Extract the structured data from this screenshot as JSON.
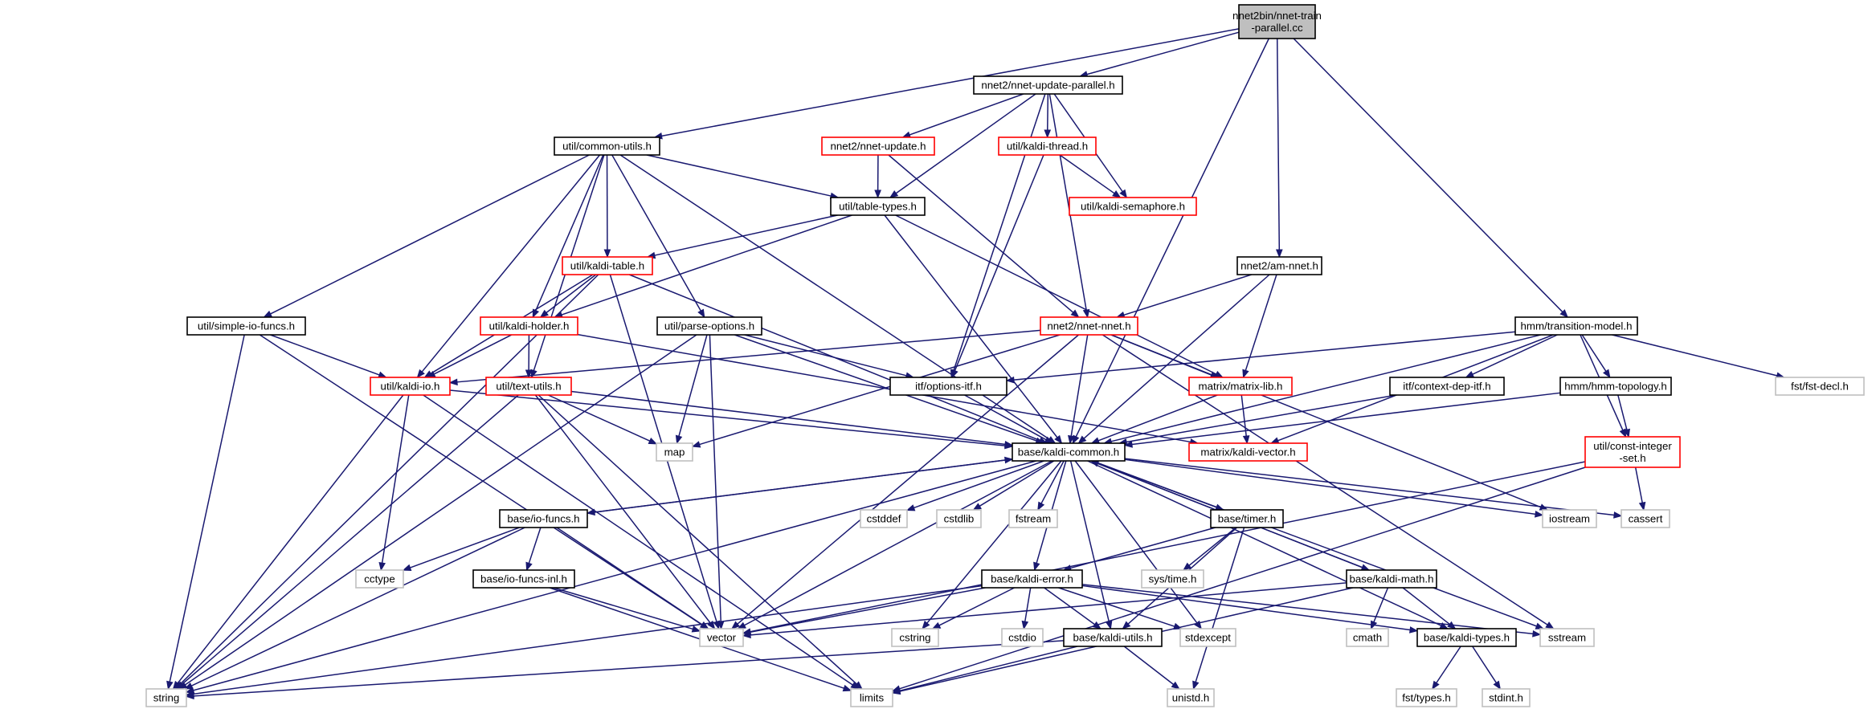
{
  "nodes": [
    {
      "id": "root",
      "lines": [
        "nnet2bin/nnet-train",
        "-parallel.cc"
      ],
      "kind": "root"
    },
    {
      "id": "nnet_update_parallel",
      "lines": [
        "nnet2/nnet-update-parallel.h"
      ],
      "kind": "normal"
    },
    {
      "id": "common_utils",
      "lines": [
        "util/common-utils.h"
      ],
      "kind": "normal"
    },
    {
      "id": "nnet_update",
      "lines": [
        "nnet2/nnet-update.h"
      ],
      "kind": "red"
    },
    {
      "id": "kaldi_thread",
      "lines": [
        "util/kaldi-thread.h"
      ],
      "kind": "red"
    },
    {
      "id": "table_types",
      "lines": [
        "util/table-types.h"
      ],
      "kind": "normal"
    },
    {
      "id": "kaldi_semaphore",
      "lines": [
        "util/kaldi-semaphore.h"
      ],
      "kind": "red"
    },
    {
      "id": "am_nnet",
      "lines": [
        "nnet2/am-nnet.h"
      ],
      "kind": "normal"
    },
    {
      "id": "kaldi_table",
      "lines": [
        "util/kaldi-table.h"
      ],
      "kind": "red"
    },
    {
      "id": "simple_io_funcs",
      "lines": [
        "util/simple-io-funcs.h"
      ],
      "kind": "normal"
    },
    {
      "id": "kaldi_holder",
      "lines": [
        "util/kaldi-holder.h"
      ],
      "kind": "red"
    },
    {
      "id": "parse_options",
      "lines": [
        "util/parse-options.h"
      ],
      "kind": "normal"
    },
    {
      "id": "nnet_nnet",
      "lines": [
        "nnet2/nnet-nnet.h"
      ],
      "kind": "red"
    },
    {
      "id": "transition_model",
      "lines": [
        "hmm/transition-model.h"
      ],
      "kind": "normal"
    },
    {
      "id": "kaldi_io",
      "lines": [
        "util/kaldi-io.h"
      ],
      "kind": "red"
    },
    {
      "id": "text_utils",
      "lines": [
        "util/text-utils.h"
      ],
      "kind": "red"
    },
    {
      "id": "options_itf",
      "lines": [
        "itf/options-itf.h"
      ],
      "kind": "normal"
    },
    {
      "id": "matrix_lib",
      "lines": [
        "matrix/matrix-lib.h"
      ],
      "kind": "red"
    },
    {
      "id": "context_dep_itf",
      "lines": [
        "itf/context-dep-itf.h"
      ],
      "kind": "normal"
    },
    {
      "id": "hmm_topology",
      "lines": [
        "hmm/hmm-topology.h"
      ],
      "kind": "normal"
    },
    {
      "id": "fst_decl",
      "lines": [
        "fst/fst-decl.h"
      ],
      "kind": "gray"
    },
    {
      "id": "map",
      "lines": [
        "map"
      ],
      "kind": "gray"
    },
    {
      "id": "kaldi_common",
      "lines": [
        "base/kaldi-common.h"
      ],
      "kind": "normal"
    },
    {
      "id": "kaldi_vector",
      "lines": [
        "matrix/kaldi-vector.h"
      ],
      "kind": "red"
    },
    {
      "id": "const_integer_set",
      "lines": [
        "util/const-integer",
        "-set.h"
      ],
      "kind": "red"
    },
    {
      "id": "io_funcs",
      "lines": [
        "base/io-funcs.h"
      ],
      "kind": "normal"
    },
    {
      "id": "cstddef",
      "lines": [
        "cstddef"
      ],
      "kind": "gray"
    },
    {
      "id": "cstdlib",
      "lines": [
        "cstdlib"
      ],
      "kind": "gray"
    },
    {
      "id": "fstream",
      "lines": [
        "fstream"
      ],
      "kind": "gray"
    },
    {
      "id": "timer",
      "lines": [
        "base/timer.h"
      ],
      "kind": "normal"
    },
    {
      "id": "iostream",
      "lines": [
        "iostream"
      ],
      "kind": "gray"
    },
    {
      "id": "cassert",
      "lines": [
        "cassert"
      ],
      "kind": "gray"
    },
    {
      "id": "cctype",
      "lines": [
        "cctype"
      ],
      "kind": "gray"
    },
    {
      "id": "io_funcs_inl",
      "lines": [
        "base/io-funcs-inl.h"
      ],
      "kind": "normal"
    },
    {
      "id": "sys_time",
      "lines": [
        "sys/time.h"
      ],
      "kind": "gray"
    },
    {
      "id": "kaldi_error",
      "lines": [
        "base/kaldi-error.h"
      ],
      "kind": "normal"
    },
    {
      "id": "kaldi_math",
      "lines": [
        "base/kaldi-math.h"
      ],
      "kind": "normal"
    },
    {
      "id": "vector",
      "lines": [
        "vector"
      ],
      "kind": "gray"
    },
    {
      "id": "cstring",
      "lines": [
        "cstring"
      ],
      "kind": "gray"
    },
    {
      "id": "cstdio",
      "lines": [
        "cstdio"
      ],
      "kind": "gray"
    },
    {
      "id": "kaldi_utils",
      "lines": [
        "base/kaldi-utils.h"
      ],
      "kind": "normal"
    },
    {
      "id": "stdexcept",
      "lines": [
        "stdexcept"
      ],
      "kind": "gray"
    },
    {
      "id": "cmath",
      "lines": [
        "cmath"
      ],
      "kind": "gray"
    },
    {
      "id": "kaldi_types",
      "lines": [
        "base/kaldi-types.h"
      ],
      "kind": "normal"
    },
    {
      "id": "sstream",
      "lines": [
        "sstream"
      ],
      "kind": "gray"
    },
    {
      "id": "string",
      "lines": [
        "string"
      ],
      "kind": "gray"
    },
    {
      "id": "limits",
      "lines": [
        "limits"
      ],
      "kind": "gray"
    },
    {
      "id": "unistd",
      "lines": [
        "unistd.h"
      ],
      "kind": "gray"
    },
    {
      "id": "fst_types",
      "lines": [
        "fst/types.h"
      ],
      "kind": "gray"
    },
    {
      "id": "stdint",
      "lines": [
        "stdint.h"
      ],
      "kind": "gray"
    }
  ],
  "edges": [
    [
      "root",
      "nnet_update_parallel"
    ],
    [
      "root",
      "common_utils"
    ],
    [
      "root",
      "am_nnet"
    ],
    [
      "root",
      "kaldi_common"
    ],
    [
      "root",
      "transition_model"
    ],
    [
      "nnet_update_parallel",
      "table_types"
    ],
    [
      "nnet_update_parallel",
      "nnet_update"
    ],
    [
      "nnet_update_parallel",
      "kaldi_thread"
    ],
    [
      "nnet_update_parallel",
      "kaldi_semaphore"
    ],
    [
      "nnet_update_parallel",
      "nnet_nnet"
    ],
    [
      "nnet_update_parallel",
      "options_itf"
    ],
    [
      "nnet_update",
      "table_types"
    ],
    [
      "nnet_update",
      "nnet_nnet"
    ],
    [
      "kaldi_thread",
      "kaldi_semaphore"
    ],
    [
      "kaldi_thread",
      "options_itf"
    ],
    [
      "common_utils",
      "table_types"
    ],
    [
      "common_utils",
      "simple_io_funcs"
    ],
    [
      "common_utils",
      "kaldi_io"
    ],
    [
      "common_utils",
      "kaldi_table"
    ],
    [
      "common_utils",
      "kaldi_holder"
    ],
    [
      "common_utils",
      "text_utils"
    ],
    [
      "common_utils",
      "parse_options"
    ],
    [
      "common_utils",
      "kaldi_common"
    ],
    [
      "table_types",
      "kaldi_table"
    ],
    [
      "table_types",
      "kaldi_holder"
    ],
    [
      "table_types",
      "kaldi_common"
    ],
    [
      "table_types",
      "matrix_lib"
    ],
    [
      "kaldi_table",
      "kaldi_holder"
    ],
    [
      "kaldi_table",
      "kaldi_io"
    ],
    [
      "kaldi_table",
      "kaldi_common"
    ],
    [
      "kaldi_table",
      "string"
    ],
    [
      "kaldi_table",
      "vector"
    ],
    [
      "kaldi_holder",
      "kaldi_io"
    ],
    [
      "kaldi_holder",
      "text_utils"
    ],
    [
      "kaldi_holder",
      "kaldi_vector"
    ],
    [
      "simple_io_funcs",
      "kaldi_io"
    ],
    [
      "simple_io_funcs",
      "string"
    ],
    [
      "simple_io_funcs",
      "vector"
    ],
    [
      "parse_options",
      "options_itf"
    ],
    [
      "parse_options",
      "map"
    ],
    [
      "parse_options",
      "kaldi_common"
    ],
    [
      "parse_options",
      "vector"
    ],
    [
      "parse_options",
      "string"
    ],
    [
      "am_nnet",
      "nnet_nnet"
    ],
    [
      "am_nnet",
      "matrix_lib"
    ],
    [
      "am_nnet",
      "kaldi_common"
    ],
    [
      "nnet_nnet",
      "kaldi_io"
    ],
    [
      "nnet_nnet",
      "matrix_lib"
    ],
    [
      "nnet_nnet",
      "kaldi_common"
    ],
    [
      "nnet_nnet",
      "map"
    ],
    [
      "nnet_nnet",
      "vector"
    ],
    [
      "nnet_nnet",
      "iostream"
    ],
    [
      "nnet_nnet",
      "sstream"
    ],
    [
      "kaldi_io",
      "kaldi_common"
    ],
    [
      "kaldi_io",
      "string"
    ],
    [
      "kaldi_io",
      "limits"
    ],
    [
      "kaldi_io",
      "cctype"
    ],
    [
      "text_utils",
      "kaldi_common"
    ],
    [
      "text_utils",
      "map"
    ],
    [
      "text_utils",
      "vector"
    ],
    [
      "text_utils",
      "string"
    ],
    [
      "text_utils",
      "limits"
    ],
    [
      "options_itf",
      "kaldi_common"
    ],
    [
      "matrix_lib",
      "kaldi_common"
    ],
    [
      "matrix_lib",
      "kaldi_vector"
    ],
    [
      "transition_model",
      "options_itf"
    ],
    [
      "transition_model",
      "context_dep_itf"
    ],
    [
      "transition_model",
      "hmm_topology"
    ],
    [
      "transition_model",
      "kaldi_common"
    ],
    [
      "transition_model",
      "fst_decl"
    ],
    [
      "transition_model",
      "const_integer_set"
    ],
    [
      "transition_model",
      "kaldi_vector"
    ],
    [
      "context_dep_itf",
      "kaldi_common"
    ],
    [
      "hmm_topology",
      "kaldi_common"
    ],
    [
      "hmm_topology",
      "const_integer_set"
    ],
    [
      "const_integer_set",
      "cassert"
    ],
    [
      "const_integer_set",
      "vector"
    ],
    [
      "const_integer_set",
      "limits"
    ],
    [
      "kaldi_common",
      "io_funcs"
    ],
    [
      "kaldi_common",
      "cstddef"
    ],
    [
      "kaldi_common",
      "cstdlib"
    ],
    [
      "kaldi_common",
      "fstream"
    ],
    [
      "kaldi_common",
      "timer"
    ],
    [
      "kaldi_common",
      "iostream"
    ],
    [
      "kaldi_common",
      "cassert"
    ],
    [
      "kaldi_common",
      "kaldi_error"
    ],
    [
      "kaldi_common",
      "kaldi_math"
    ],
    [
      "kaldi_common",
      "kaldi_utils"
    ],
    [
      "kaldi_common",
      "kaldi_types"
    ],
    [
      "kaldi_common",
      "sstream"
    ],
    [
      "kaldi_common",
      "stdexcept"
    ],
    [
      "kaldi_common",
      "cstring"
    ],
    [
      "kaldi_common",
      "vector"
    ],
    [
      "kaldi_common",
      "string"
    ],
    [
      "io_funcs",
      "kaldi_common"
    ],
    [
      "io_funcs",
      "io_funcs_inl"
    ],
    [
      "io_funcs",
      "cctype"
    ],
    [
      "io_funcs",
      "vector"
    ],
    [
      "io_funcs",
      "string"
    ],
    [
      "io_funcs_inl",
      "vector"
    ],
    [
      "io_funcs_inl",
      "limits"
    ],
    [
      "timer",
      "sys_time"
    ],
    [
      "timer",
      "kaldi_error"
    ],
    [
      "timer",
      "kaldi_utils"
    ],
    [
      "timer",
      "unistd"
    ],
    [
      "kaldi_error",
      "vector"
    ],
    [
      "kaldi_error",
      "cstring"
    ],
    [
      "kaldi_error",
      "cstdio"
    ],
    [
      "kaldi_error",
      "kaldi_utils"
    ],
    [
      "kaldi_error",
      "stdexcept"
    ],
    [
      "kaldi_error",
      "kaldi_types"
    ],
    [
      "kaldi_error",
      "sstream"
    ],
    [
      "kaldi_error",
      "string"
    ],
    [
      "kaldi_math",
      "kaldi_common"
    ],
    [
      "kaldi_math",
      "cmath"
    ],
    [
      "kaldi_math",
      "kaldi_types"
    ],
    [
      "kaldi_math",
      "limits"
    ],
    [
      "kaldi_math",
      "vector"
    ],
    [
      "kaldi_utils",
      "string"
    ],
    [
      "kaldi_utils",
      "limits"
    ],
    [
      "kaldi_utils",
      "unistd"
    ],
    [
      "kaldi_types",
      "fst_types"
    ],
    [
      "kaldi_types",
      "stdint"
    ]
  ],
  "colors": {
    "edge": "#191970",
    "normal_border": "#000000",
    "red_border": "#ff0000",
    "gray_border": "#bfbfbf",
    "gray_text": "#404040",
    "root_fill": "#bfbfbf",
    "node_fill": "#ffffff"
  }
}
